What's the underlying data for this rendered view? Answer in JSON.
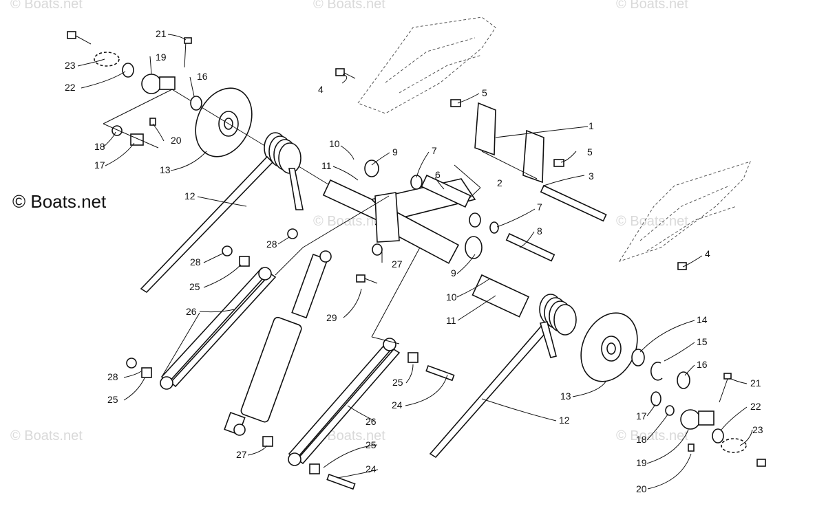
{
  "brand": "© Boats.net",
  "watermark": "© Boats.net",
  "callouts": {
    "c1": "1",
    "c2": "2",
    "c3": "3",
    "c4a": "4",
    "c4b": "4",
    "c5a": "5",
    "c5b": "5",
    "c6": "6",
    "c7a": "7",
    "c7b": "7",
    "c8": "8",
    "c9a": "9",
    "c9b": "9",
    "c10a": "10",
    "c10b": "10",
    "c11a": "11",
    "c11b": "11",
    "c12a": "12",
    "c12b": "12",
    "c13a": "13",
    "c13b": "13",
    "c14": "14",
    "c15": "15",
    "c16a": "16",
    "c16b": "16",
    "c17a": "17",
    "c17b": "17",
    "c18a": "18",
    "c18b": "18",
    "c19a": "19",
    "c19b": "19",
    "c20a": "20",
    "c20b": "20",
    "c21a": "21",
    "c21b": "21",
    "c22a": "22",
    "c22b": "22",
    "c23a": "23",
    "c23b": "23",
    "c24a": "24",
    "c24b": "24",
    "c25a": "25",
    "c25b": "25",
    "c25c": "25",
    "c25d": "25",
    "c26a": "26",
    "c26b": "26",
    "c27a": "27",
    "c27b": "27",
    "c28a": "28",
    "c28b": "28",
    "c28c": "28",
    "c29": "29"
  }
}
